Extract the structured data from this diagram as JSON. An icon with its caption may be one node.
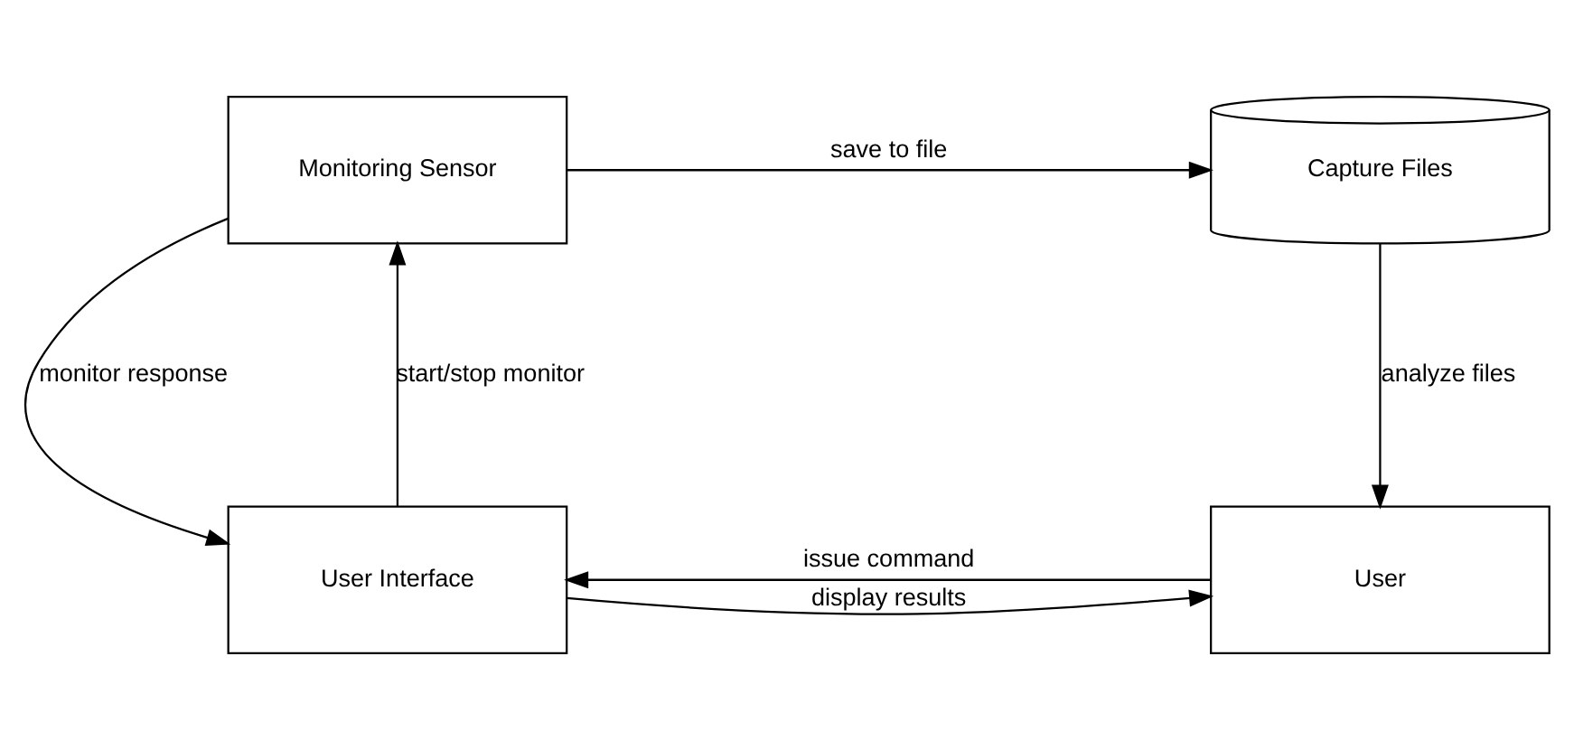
{
  "diagram": {
    "nodes": [
      {
        "text": [
          "Monitoring Sensor"
        ]
      },
      {
        "text": [
          "Capture Files"
        ]
      },
      {
        "text": [
          "User Interface"
        ]
      },
      {
        "text": [
          "User"
        ]
      }
    ],
    "edges": [
      {
        "from": 0,
        "to": 1,
        "arrow": "to",
        "label": "save to file"
      },
      {
        "from": 0,
        "to": 2,
        "arrow": "to",
        "label": "monitor response"
      },
      {
        "from": 2,
        "to": 0,
        "arrow": "to",
        "label": "start/stop monitor"
      },
      {
        "from": 1,
        "to": 3,
        "arrow": "to",
        "label": "analyze files"
      },
      {
        "from": 2,
        "to": 3,
        "arrow": "to",
        "label": "display results"
      },
      {
        "from": 3,
        "to": 2,
        "arrow": "to",
        "label": "issue command"
      }
    ]
  }
}
